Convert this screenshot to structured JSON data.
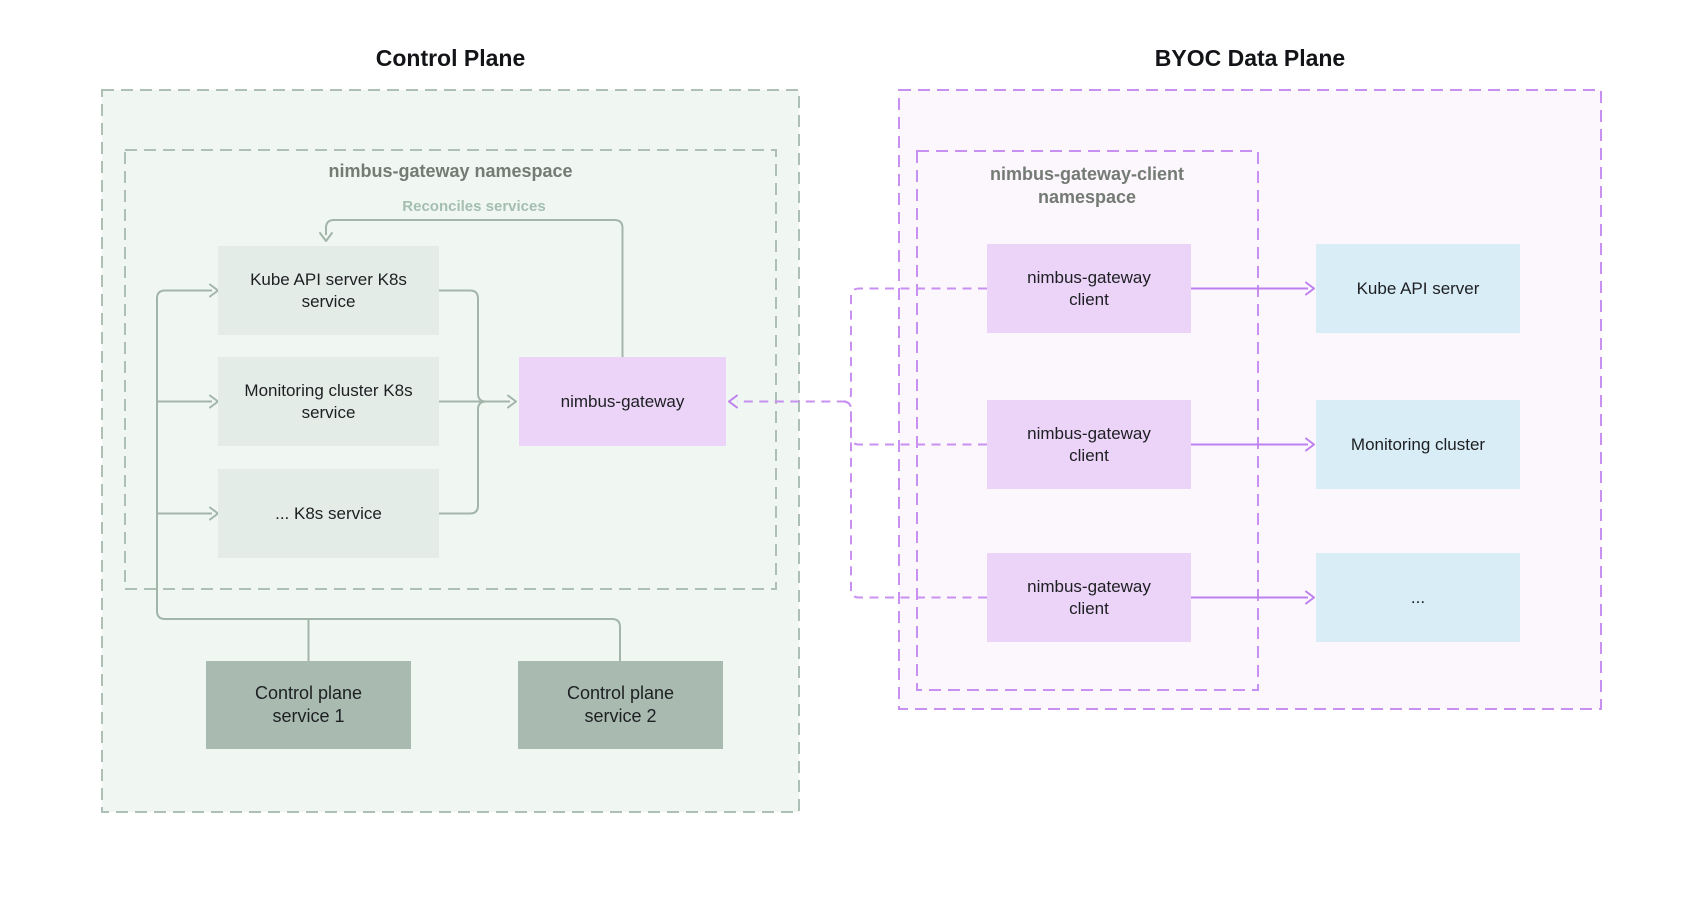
{
  "colors": {
    "page_bg": "#ffffff",
    "left_plane_fill": "#f0f7f3",
    "left_dash": "#aec0b6",
    "green_line": "#a3b5ab",
    "k8s_fill": "#e4ece7",
    "service_fill": "#a9bbb1",
    "lavender_fill": "#ecd3f8",
    "right_plane_fill": "#fcf7fd",
    "purple_dash": "#c890f0",
    "purple_line": "#bd80ee",
    "blue_fill": "#d9edf6",
    "title_text": "#131417",
    "namespace_text": "#747a74",
    "hint_text": "#a4beb1",
    "box_text": "#1d1f22"
  },
  "left_plane": {
    "title": "Control Plane",
    "namespace_label": "nimbus-gateway namespace",
    "reconciles_label": "Reconciles services",
    "k8s_services": [
      {
        "label": "Kube API server K8s service"
      },
      {
        "label": "Monitoring cluster K8s service"
      },
      {
        "label": "... K8s service"
      }
    ],
    "gateway_label": "nimbus-gateway",
    "services": [
      {
        "label": "Control plane service 1"
      },
      {
        "label": "Control plane service 2"
      }
    ]
  },
  "right_plane": {
    "title": "BYOC Data Plane",
    "namespace_label": "nimbus-gateway-client namespace",
    "clients": [
      {
        "label": "nimbus-gateway client"
      },
      {
        "label": "nimbus-gateway client"
      },
      {
        "label": "nimbus-gateway client"
      }
    ],
    "targets": [
      {
        "label": "Kube API server"
      },
      {
        "label": "Monitoring cluster"
      },
      {
        "label": "..."
      }
    ]
  }
}
